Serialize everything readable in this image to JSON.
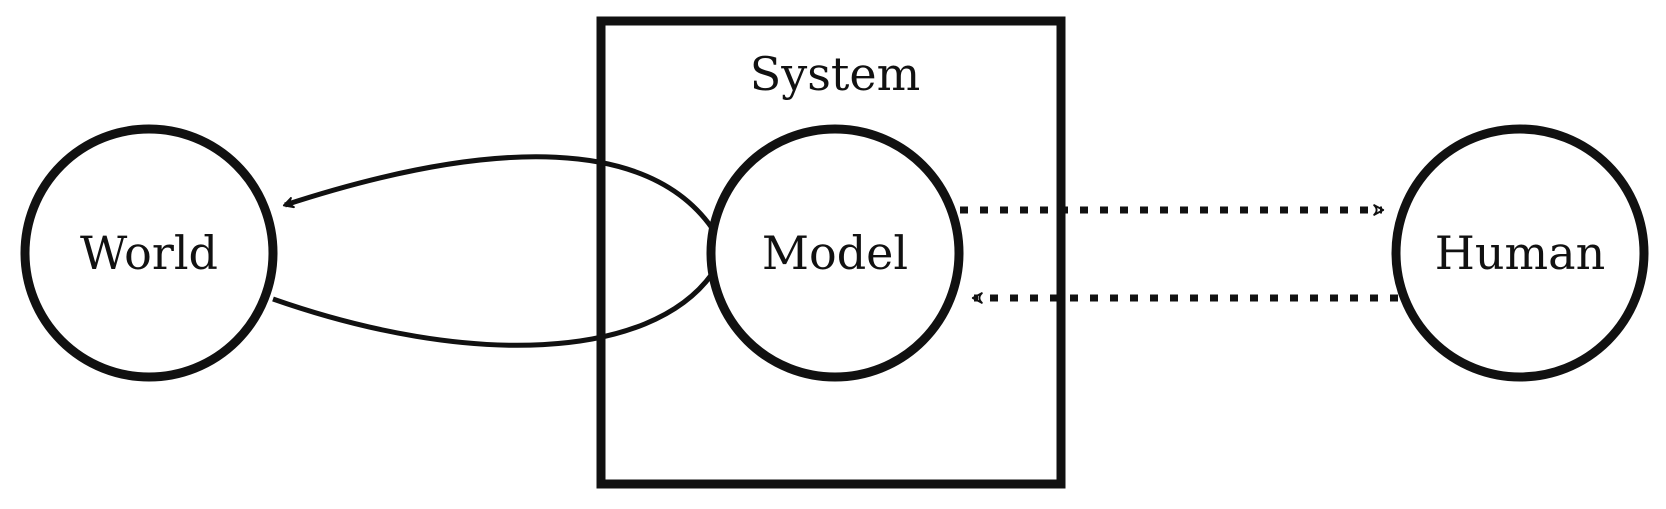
{
  "diagram": {
    "system_label": "System",
    "nodes": {
      "world": "World",
      "model": "Model",
      "human": "Human"
    }
  },
  "colors": {
    "stroke": "#111111",
    "background": "#ffffff"
  }
}
